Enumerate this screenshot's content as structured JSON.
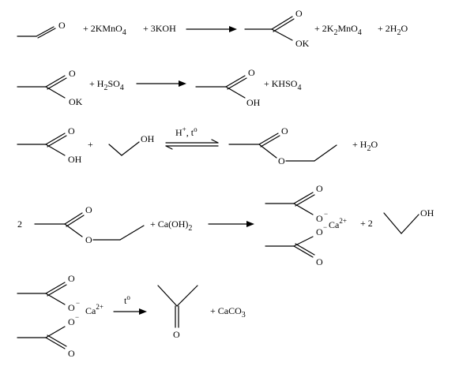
{
  "reaction1": {
    "coef_kmno4": "+ 2KMnO",
    "sub_kmno4": "4",
    "reagent_koh": "+ 3KOH",
    "aldehyde_o": "O",
    "product_o": "O",
    "product_ok": "OK",
    "coef_k2mno4": "+ 2K",
    "sub_k2_2": "2",
    "mno": "MnO",
    "sub_mno4": "4",
    "water_coef": "+ 2H",
    "sub_h2": "2",
    "water_o": "O"
  },
  "reaction2": {
    "reactant_o": "O",
    "reactant_ok": "OK",
    "h2so4_a": "+ H",
    "sub_h2": "2",
    "h2so4_b": "SO",
    "sub_so4": "4",
    "product_o": "O",
    "product_oh": "OH",
    "khso4_a": "+ KHSO",
    "sub_khso4": "4"
  },
  "reaction3": {
    "acid_o": "O",
    "acid_oh": "OH",
    "plus": "+",
    "ethanol_oh": "OH",
    "catalyst": "H",
    "catalyst_sup": "+",
    "temp": ", t",
    "temp_sup": "o",
    "ester_o_carbonyl": "O",
    "ester_o_ether": "O",
    "water_a": "+ H",
    "sub_h2": "2",
    "water_b": "O"
  },
  "reaction4": {
    "coef": "2",
    "ester_o_carbonyl": "O",
    "ester_o_ether": "O",
    "caoh2_a": "+ Ca(OH)",
    "sub_2": "2",
    "salt_top_o": "O",
    "salt_top_ominus": "O",
    "minus": "−",
    "ca": "Ca",
    "ca_charge": "2+",
    "salt_bot_ominus": "O",
    "salt_bot_minus": "−",
    "salt_bot_o": "O",
    "ethanol_coef": "+ 2",
    "ethanol_oh": "OH"
  },
  "reaction5": {
    "salt_top_o": "O",
    "salt_top_ominus": "O",
    "minus": "−",
    "ca": "Ca",
    "ca_charge": "2+",
    "salt_bot_ominus": "O",
    "salt_bot_minus": "−",
    "salt_bot_o": "O",
    "condition": "t",
    "condition_sup": "o",
    "acetone_o": "O",
    "caco3_a": "+ CaCO",
    "sub_3": "3"
  }
}
